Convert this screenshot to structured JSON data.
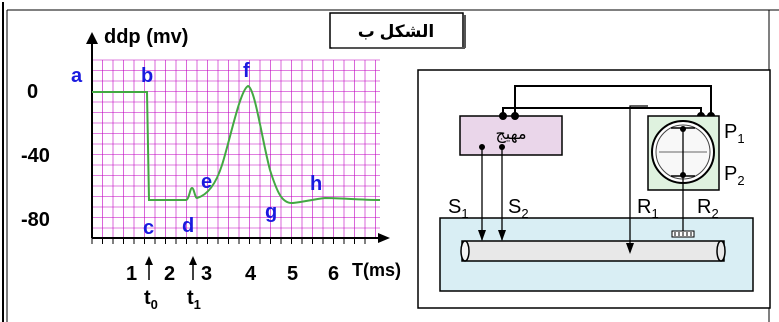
{
  "figure_title": "الشكل ب",
  "graph": {
    "y_axis_label": "ddp (mv)",
    "x_axis_label": "T(ms)",
    "y_ticks": [
      "0",
      "-40",
      "-80"
    ],
    "x_ticks": [
      "1",
      "2",
      "3",
      "4",
      "5",
      "6"
    ],
    "t0_label": "t",
    "t0_sub": "0",
    "t1_label": "t",
    "t1_sub": "1",
    "point_labels": {
      "a": "a",
      "b": "b",
      "c": "c",
      "d": "d",
      "e": "e",
      "f": "f",
      "g": "g",
      "h": "h"
    },
    "curve_color": "#43a843",
    "grid_color": "#c000c0"
  },
  "setup": {
    "stimulator_label": "مهيج",
    "P1": {
      "main": "P",
      "sub": "1"
    },
    "P2": {
      "main": "P",
      "sub": "2"
    },
    "S1": {
      "main": "S",
      "sub": "1"
    },
    "S2": {
      "main": "S",
      "sub": "2"
    },
    "R1": {
      "main": "R",
      "sub": "1"
    },
    "R2": {
      "main": "R",
      "sub": "2"
    },
    "stimulator_fill": "#ead6ea",
    "bath_fill": "#d9eef4",
    "scope_fill": "#dff2df"
  }
}
